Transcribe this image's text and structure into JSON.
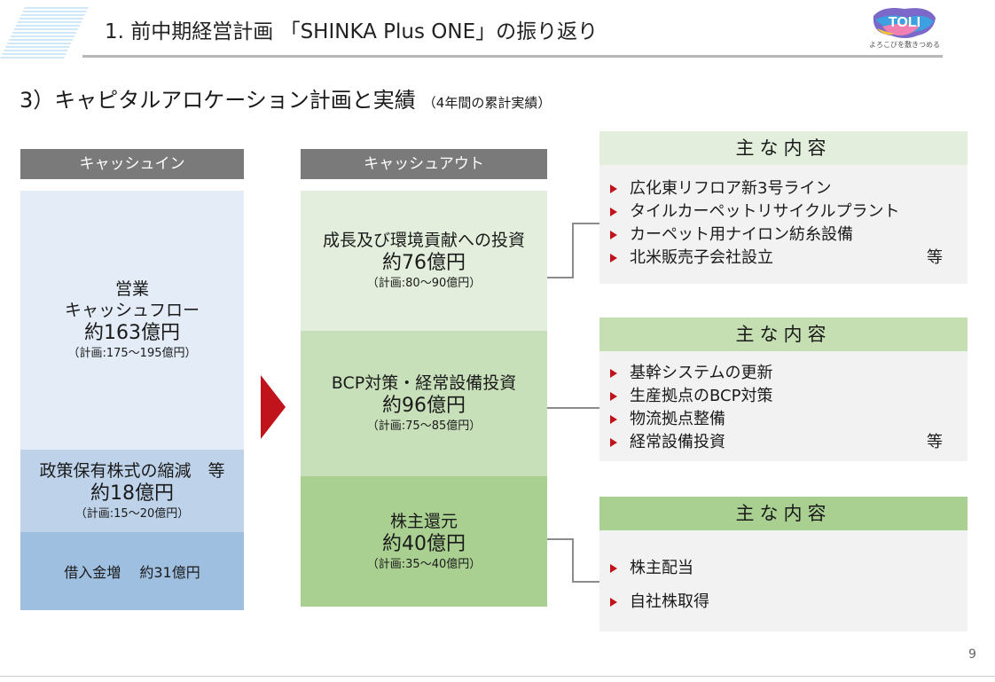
{
  "header": {
    "title": "1.  前中期経営計画 「SHINKA Plus ONE」の振り返り",
    "logo_text": "TOLI",
    "logo_tagline": "よろこびを敷きつめる"
  },
  "section": {
    "title": "3）キャピタルアロケーション計画と実績",
    "subtitle": "（4年間の累計実績）"
  },
  "cash_in": {
    "header": "キャッシュイン",
    "blocks": [
      {
        "label_line1": "営業",
        "label_line2": "キャッシュフロー",
        "amount": "約163億円",
        "plan": "（計画:175～195億円）"
      },
      {
        "label": "政策保有株式の縮減　等",
        "amount": "約18億円",
        "plan": "（計画:15～20億円）"
      },
      {
        "label": "借入金増　 約31億円"
      }
    ]
  },
  "cash_out": {
    "header": "キャッシュアウト",
    "blocks": [
      {
        "label": "成長及び環境貢献への投資",
        "amount": "約76億円",
        "plan": "（計画:80～90億円）"
      },
      {
        "label": "BCP対策・経常設備投資",
        "amount": "約96億円",
        "plan": "（計画:75～85億円）"
      },
      {
        "label": "株主還元",
        "amount": "約40億円",
        "plan": "（計画:35～40億円）"
      }
    ]
  },
  "panels": [
    {
      "header": "主な内容",
      "items": [
        "広化東リフロア新3号ライン",
        "タイルカーペットリサイクルプラント",
        "カーペット用ナイロン紡糸設備",
        "北米販売子会社設立"
      ],
      "etc": "等"
    },
    {
      "header": "主な内容",
      "items": [
        "基幹システムの更新",
        "生産拠点のBCP対策",
        "物流拠点整備",
        "経常設備投資"
      ],
      "etc": "等"
    },
    {
      "header": "主な内容",
      "items": [
        "株主配当",
        "自社株取得"
      ]
    }
  ],
  "page_number": "9",
  "colors": {
    "cash_in_1": "#e3ecf7",
    "cash_in_2": "#bed3ea",
    "cash_in_3": "#9fbfe0",
    "cash_out_1": "#e3efdc",
    "cash_out_2": "#c8e0b9",
    "cash_out_3": "#a9cf91",
    "panel_head": "#c5dfb3",
    "arrow": "#c0131b",
    "header_bar": "#7a7a7a"
  }
}
